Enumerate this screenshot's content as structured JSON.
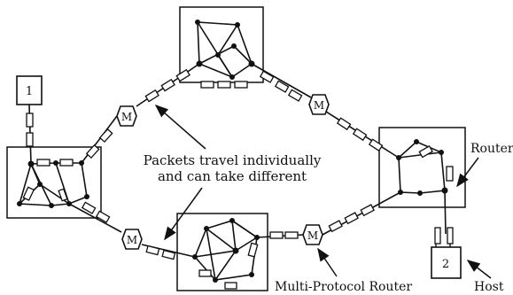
{
  "labels": {
    "annotation_line1": "Packets travel individually",
    "annotation_line2": "and can take different",
    "router": "Router",
    "multi_protocol_router": "Multi-Protocol Router",
    "host": "Host"
  },
  "hosts": [
    {
      "label": "1"
    },
    {
      "label": "2"
    }
  ],
  "gateways": [
    {
      "label": "M"
    },
    {
      "label": "M"
    },
    {
      "label": "M"
    },
    {
      "label": "M"
    }
  ]
}
